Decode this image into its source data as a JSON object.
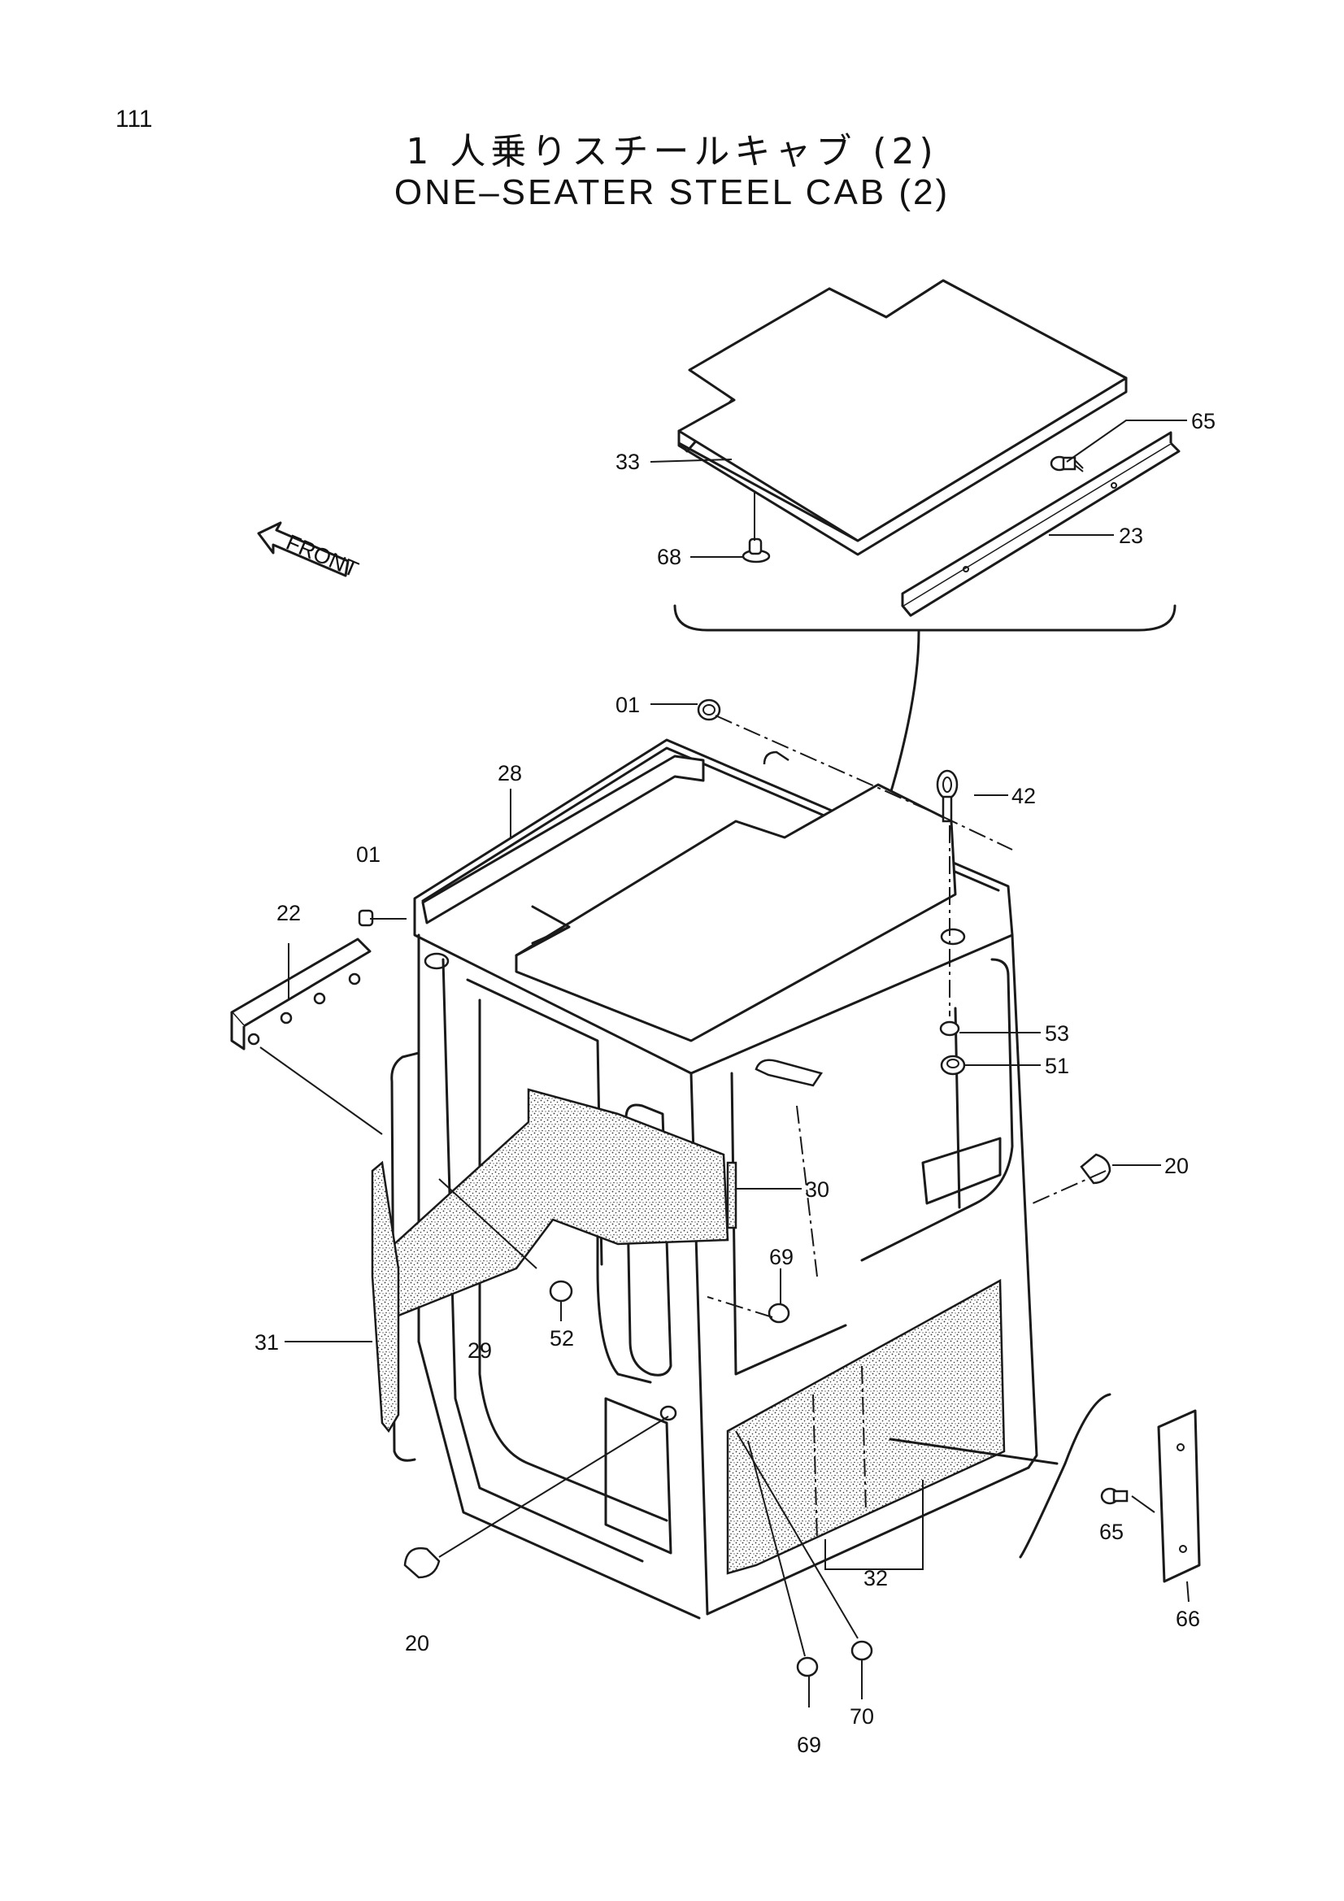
{
  "page": {
    "number": "111"
  },
  "title": {
    "japanese": "1 人乗りスチールキャブ (2)",
    "english": "ONE–SEATER STEEL CAB (2)"
  },
  "front_arrow": {
    "label": "FRONT"
  },
  "callouts": {
    "c65_top": "65",
    "c33": "33",
    "c68": "68",
    "c23": "23",
    "c01_top": "01",
    "c42": "42",
    "c28": "28",
    "c01_left": "01",
    "c22": "22",
    "c53": "53",
    "c51": "51",
    "c20_right": "20",
    "c30": "30",
    "c69_mid": "69",
    "c31": "31",
    "c29": "29",
    "c52": "52",
    "c65_bottom": "65",
    "c66": "66",
    "c32": "32",
    "c20_bottom": "20",
    "c69_bottom": "69",
    "c70": "70"
  }
}
